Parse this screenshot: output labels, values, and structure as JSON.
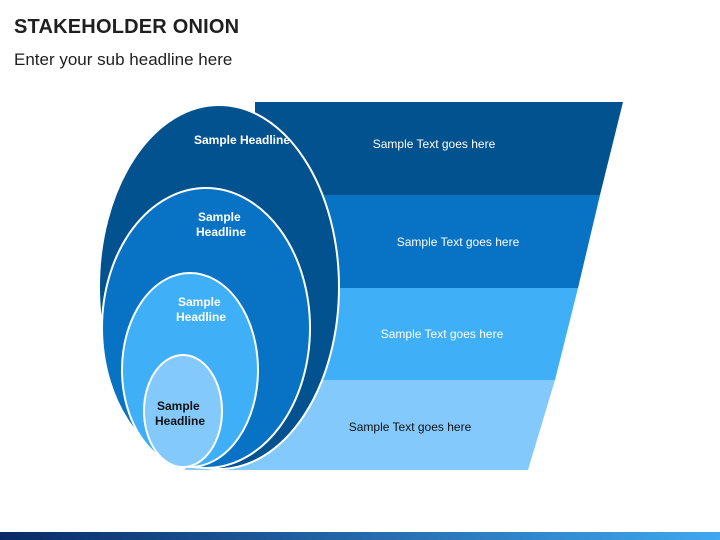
{
  "title": "STAKEHOLDER ONION",
  "subtitle": "Enter your sub headline here",
  "colors": {
    "layer1": "#02528f",
    "layer2": "#0873c4",
    "layer3": "#3fb0f8",
    "layer4": "#84c9fb",
    "text_light": "#ffffff",
    "text_dark": "#111111",
    "bar_left": "#0a2a66",
    "bar_right": "#3fa8f0"
  },
  "layers": [
    {
      "headline": [
        "Sample Headline"
      ],
      "text": "Sample Text goes here"
    },
    {
      "headline": [
        "Sample",
        "Headline"
      ],
      "text": "Sample Text goes here"
    },
    {
      "headline": [
        "Sample",
        "Headline"
      ],
      "text": "Sample Text goes here"
    },
    {
      "headline": [
        "Sample",
        "Headline"
      ],
      "text": "Sample Text goes here"
    }
  ]
}
